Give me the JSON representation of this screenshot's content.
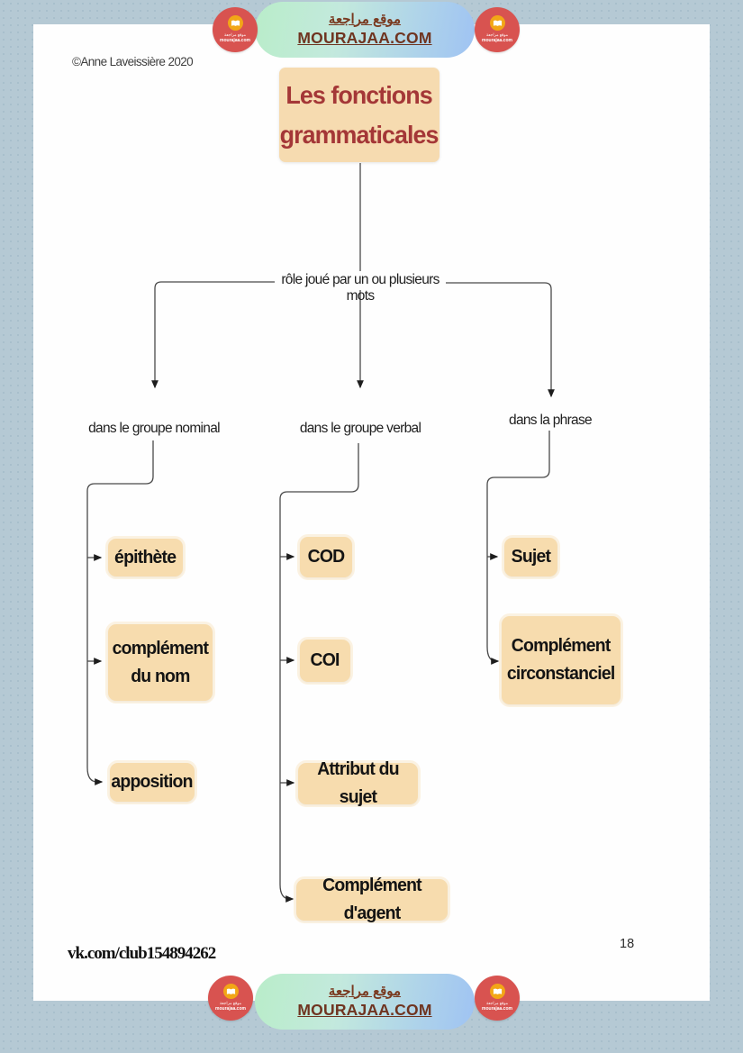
{
  "colors": {
    "background": "#b5c9d4",
    "page": "#fefefe",
    "node_fill": "#f7dcae",
    "title_text": "#a43737",
    "banner_gradient_from": "#b9edc9",
    "banner_gradient_to": "#9fc3f3",
    "banner_text": "#79391f",
    "badge_red": "#d85350",
    "badge_gold": "#f2a617",
    "connector": "#3c3c3c"
  },
  "header_banner": {
    "title_arabic": "موقع مراجعة",
    "title_latin": "MOURAJAA.COM"
  },
  "footer_banner": {
    "title_arabic": "موقع مراجعة",
    "title_latin": "MOURAJAA.COM"
  },
  "badge": {
    "arabic_label": "موقع مراجعة",
    "domain": "mourajaa.com"
  },
  "document": {
    "copyright": "©Anne Laveissière 2020",
    "vk_link": "vk.com/club154894262",
    "page_number": "18"
  },
  "diagram": {
    "title": "Les fonctions\ngrammaticales",
    "root_label": "rôle joué par un ou plusieurs mots",
    "branches": [
      {
        "label": "dans le groupe nominal",
        "children": [
          "épithète",
          "complément\ndu nom",
          "apposition"
        ]
      },
      {
        "label": "dans le groupe verbal",
        "children": [
          "COD",
          "COI",
          "Attribut du sujet",
          "Complément d'agent"
        ]
      },
      {
        "label": "dans la phrase",
        "children": [
          "Sujet",
          "Complément\ncirconstanciel"
        ]
      }
    ]
  }
}
